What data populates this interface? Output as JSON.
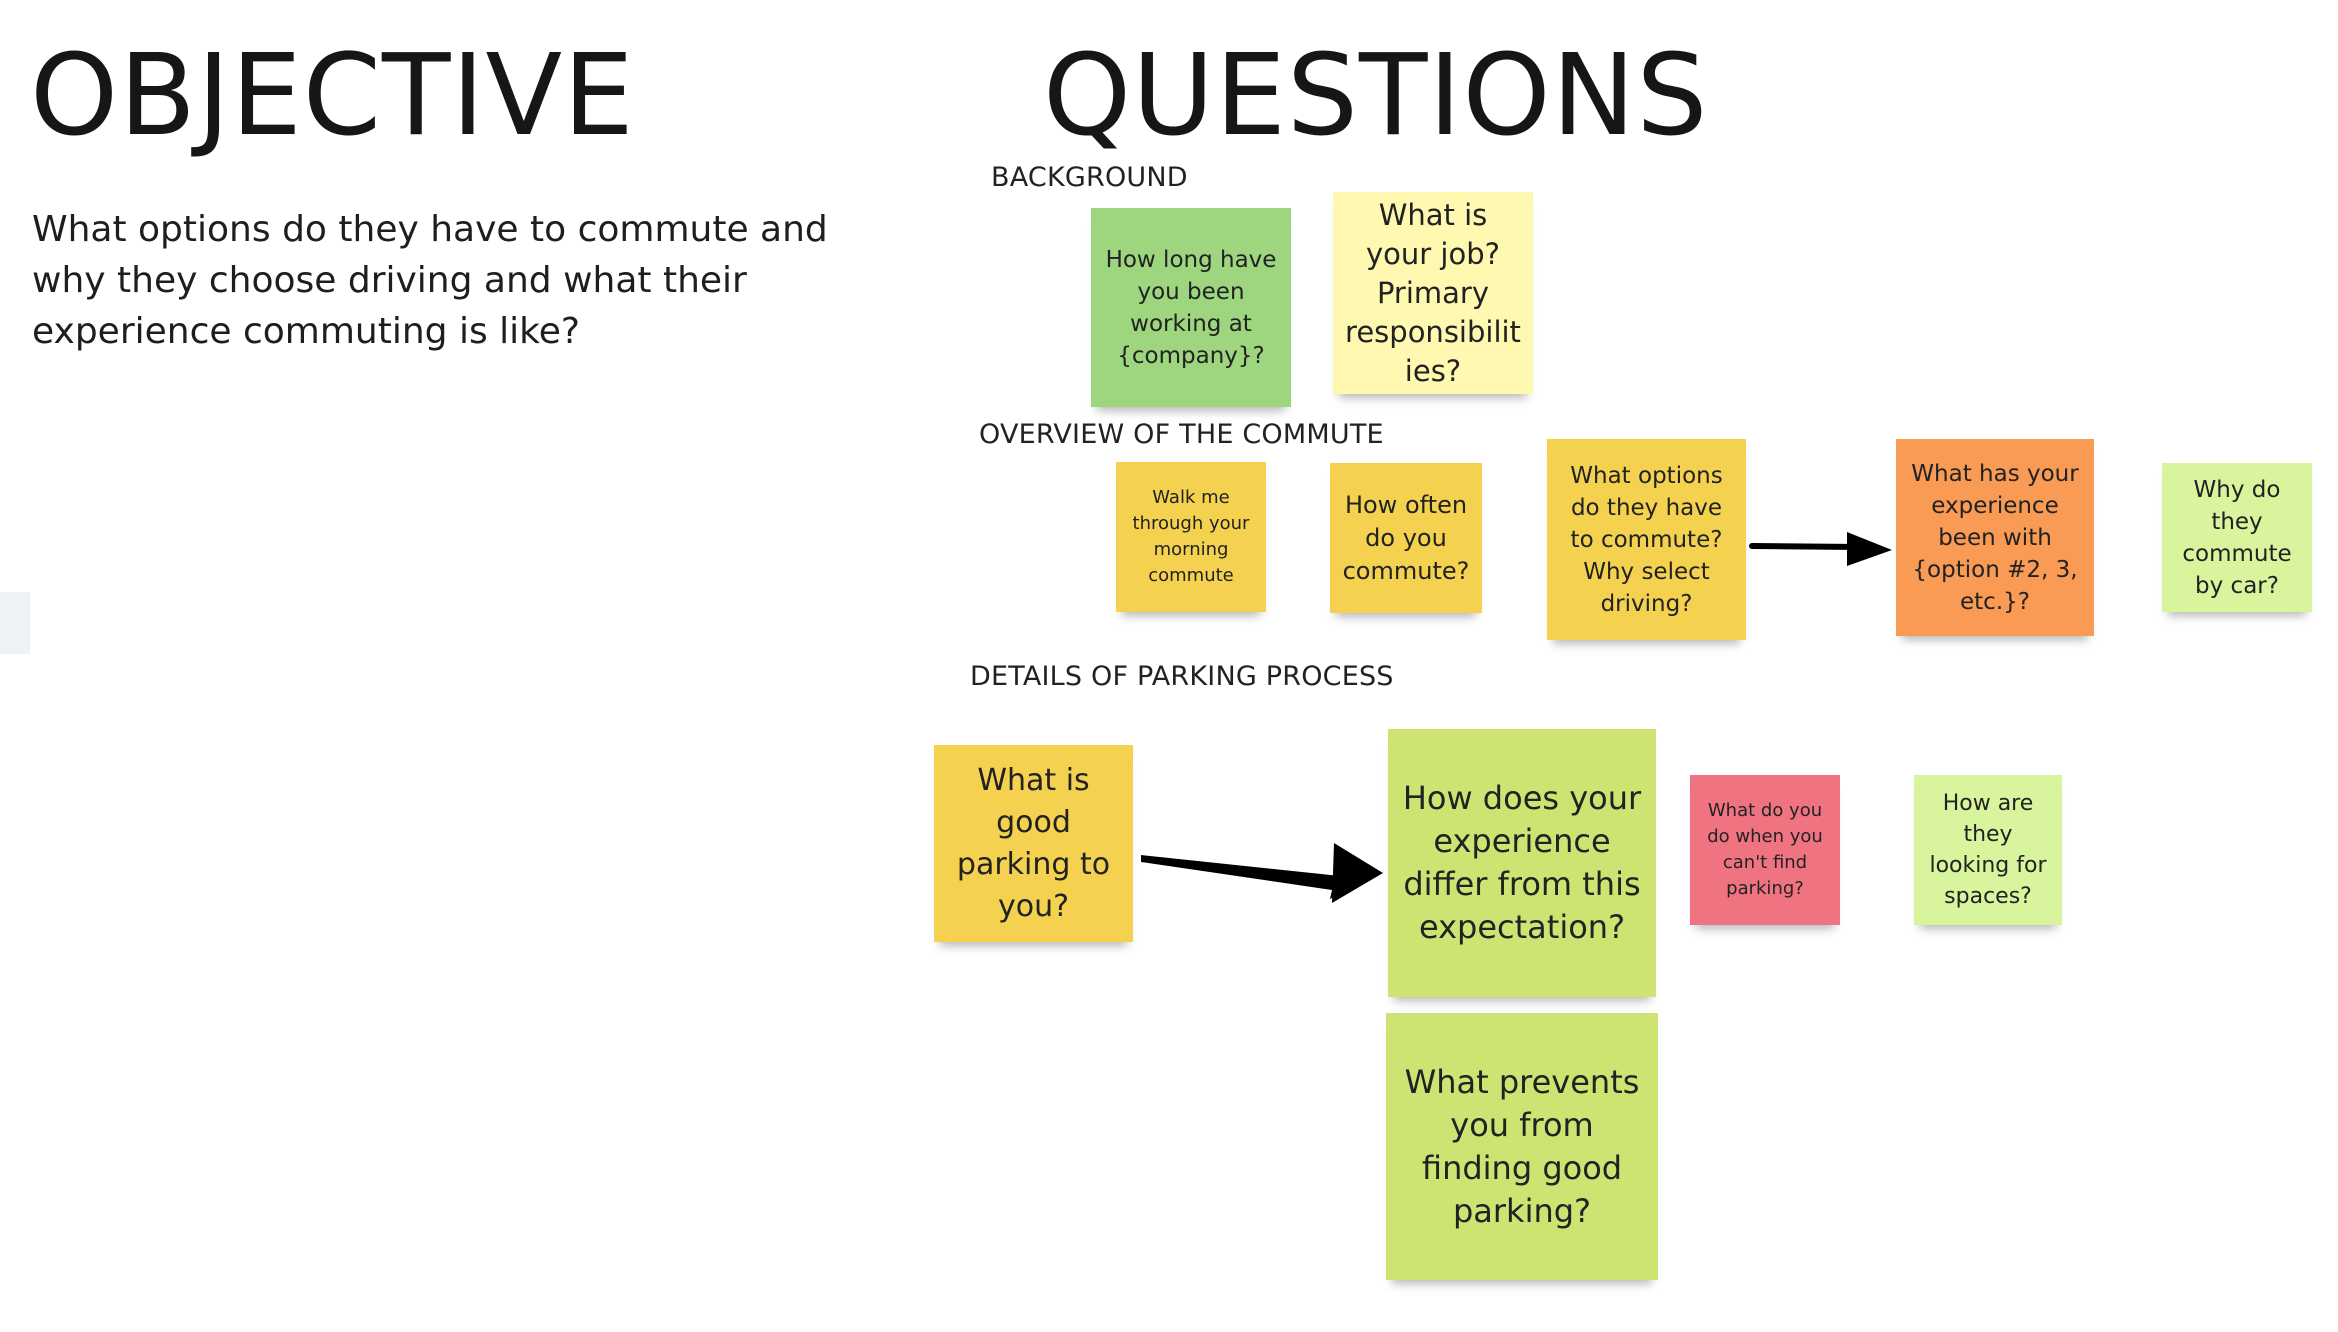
{
  "objective": {
    "title": "OBJECTIVE",
    "text": "What options do they have to commute and why they choose driving and what their experience commuting is like?"
  },
  "questions": {
    "title": "QUESTIONS",
    "sections": {
      "background": "BACKGROUND",
      "overview": "OVERVIEW OF THE COMMUTE",
      "parking": "DETAILS OF PARKING PROCESS"
    }
  },
  "stickies": {
    "tenure": "How long have you been working at {company}?",
    "job": "What is your job? Primary responsibilit ies?",
    "morning": "Walk me through your morning commute",
    "often": "How often do you commute?",
    "options": "What options do they have to commute? Why select driving?",
    "experience_options": "What has your experience been with {option #2, 3, etc.}?",
    "why_car": "Why do they commute by car?",
    "good_parking": "What is good parking to you?",
    "differ": "How does your experience differ from this expectation?",
    "cant_find": "What do you do when you can't find parking?",
    "looking": "How are they looking for spaces?",
    "prevents": "What prevents you from finding good parking?"
  },
  "colors": {
    "green": "#9dd67e",
    "pale_yellow": "#fff8b0",
    "yellow": "#f4d24f",
    "orange": "#f99a55",
    "lime": "#cee472",
    "light_lime": "#d8f49c",
    "pink": "#f07381"
  },
  "icons": {
    "connector": "arrow-right-icon"
  }
}
